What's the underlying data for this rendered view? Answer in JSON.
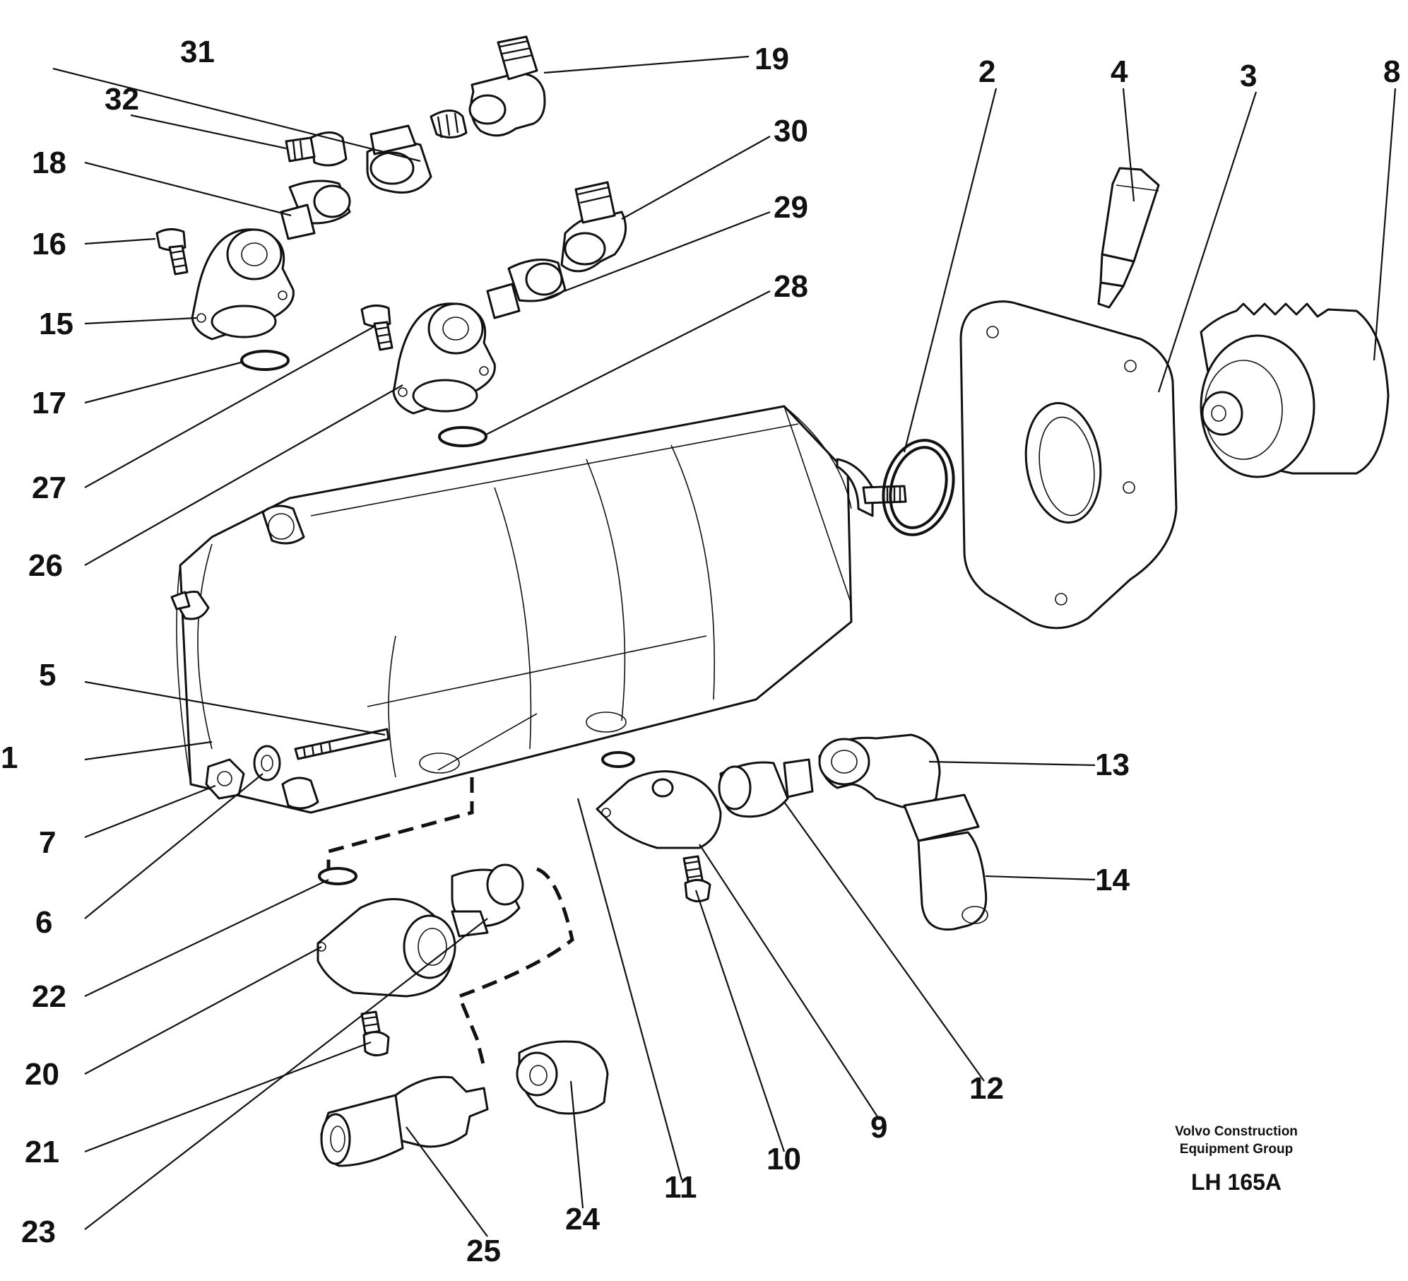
{
  "diagram": {
    "callouts": [
      "1",
      "2",
      "3",
      "4",
      "5",
      "6",
      "7",
      "8",
      "9",
      "10",
      "11",
      "12",
      "13",
      "14",
      "15",
      "16",
      "17",
      "18",
      "19",
      "20",
      "21",
      "22",
      "23",
      "24",
      "25",
      "26",
      "27",
      "28",
      "29",
      "30",
      "31",
      "32"
    ]
  },
  "footer": {
    "publisher_line1": "Volvo Construction",
    "publisher_line2": "Equipment Group",
    "figure_code": "LH 165A"
  }
}
